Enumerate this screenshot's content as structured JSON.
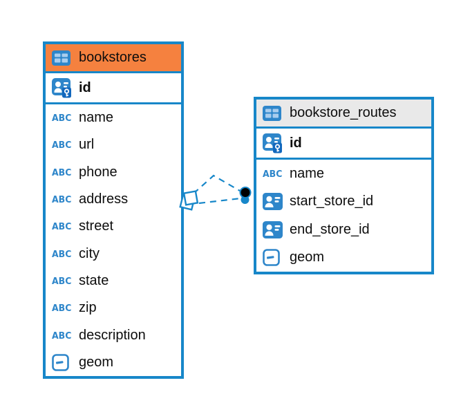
{
  "canvas": {
    "background": "#ffffff"
  },
  "colors": {
    "accent_blue": "#1787c9",
    "icon_blue": "#2e86ca",
    "icon_cell_light": "#a9cdee",
    "key_badge_blue": "#1368bd",
    "bookstores_header": "#f5813f",
    "routes_header": "#e9e9e9",
    "text": "#0d0d0d",
    "relation_dot": "#000000"
  },
  "diagram": {
    "tables": [
      {
        "name": "bookstores",
        "header_style": "orange",
        "header_icon": "table-icon",
        "rows": [
          {
            "label": "id",
            "icon": "primary-key-icon",
            "kind": "primary-key"
          },
          {
            "label": "name",
            "icon": "text-type-icon"
          },
          {
            "label": "url",
            "icon": "text-type-icon"
          },
          {
            "label": "phone",
            "icon": "text-type-icon"
          },
          {
            "label": "address",
            "icon": "text-type-icon"
          },
          {
            "label": "street",
            "icon": "text-type-icon"
          },
          {
            "label": "city",
            "icon": "text-type-icon"
          },
          {
            "label": "state",
            "icon": "text-type-icon"
          },
          {
            "label": "zip",
            "icon": "text-type-icon"
          },
          {
            "label": "description",
            "icon": "text-type-icon"
          },
          {
            "label": "geom",
            "icon": "geometry-type-icon"
          }
        ]
      },
      {
        "name": "bookstore_routes",
        "header_style": "gray",
        "header_icon": "table-icon",
        "rows": [
          {
            "label": "id",
            "icon": "primary-key-icon",
            "kind": "primary-key"
          },
          {
            "label": "name",
            "icon": "text-type-icon"
          },
          {
            "label": "start_store_id",
            "icon": "reference-icon"
          },
          {
            "label": "end_store_id",
            "icon": "reference-icon"
          },
          {
            "label": "geom",
            "icon": "geometry-type-icon"
          }
        ]
      }
    ],
    "relations": [
      {
        "from_table": "bookstores",
        "to_table": "bookstore_routes",
        "style": "dashed"
      },
      {
        "from_table": "bookstores",
        "to_table": "bookstore_routes",
        "style": "dashed"
      }
    ]
  }
}
